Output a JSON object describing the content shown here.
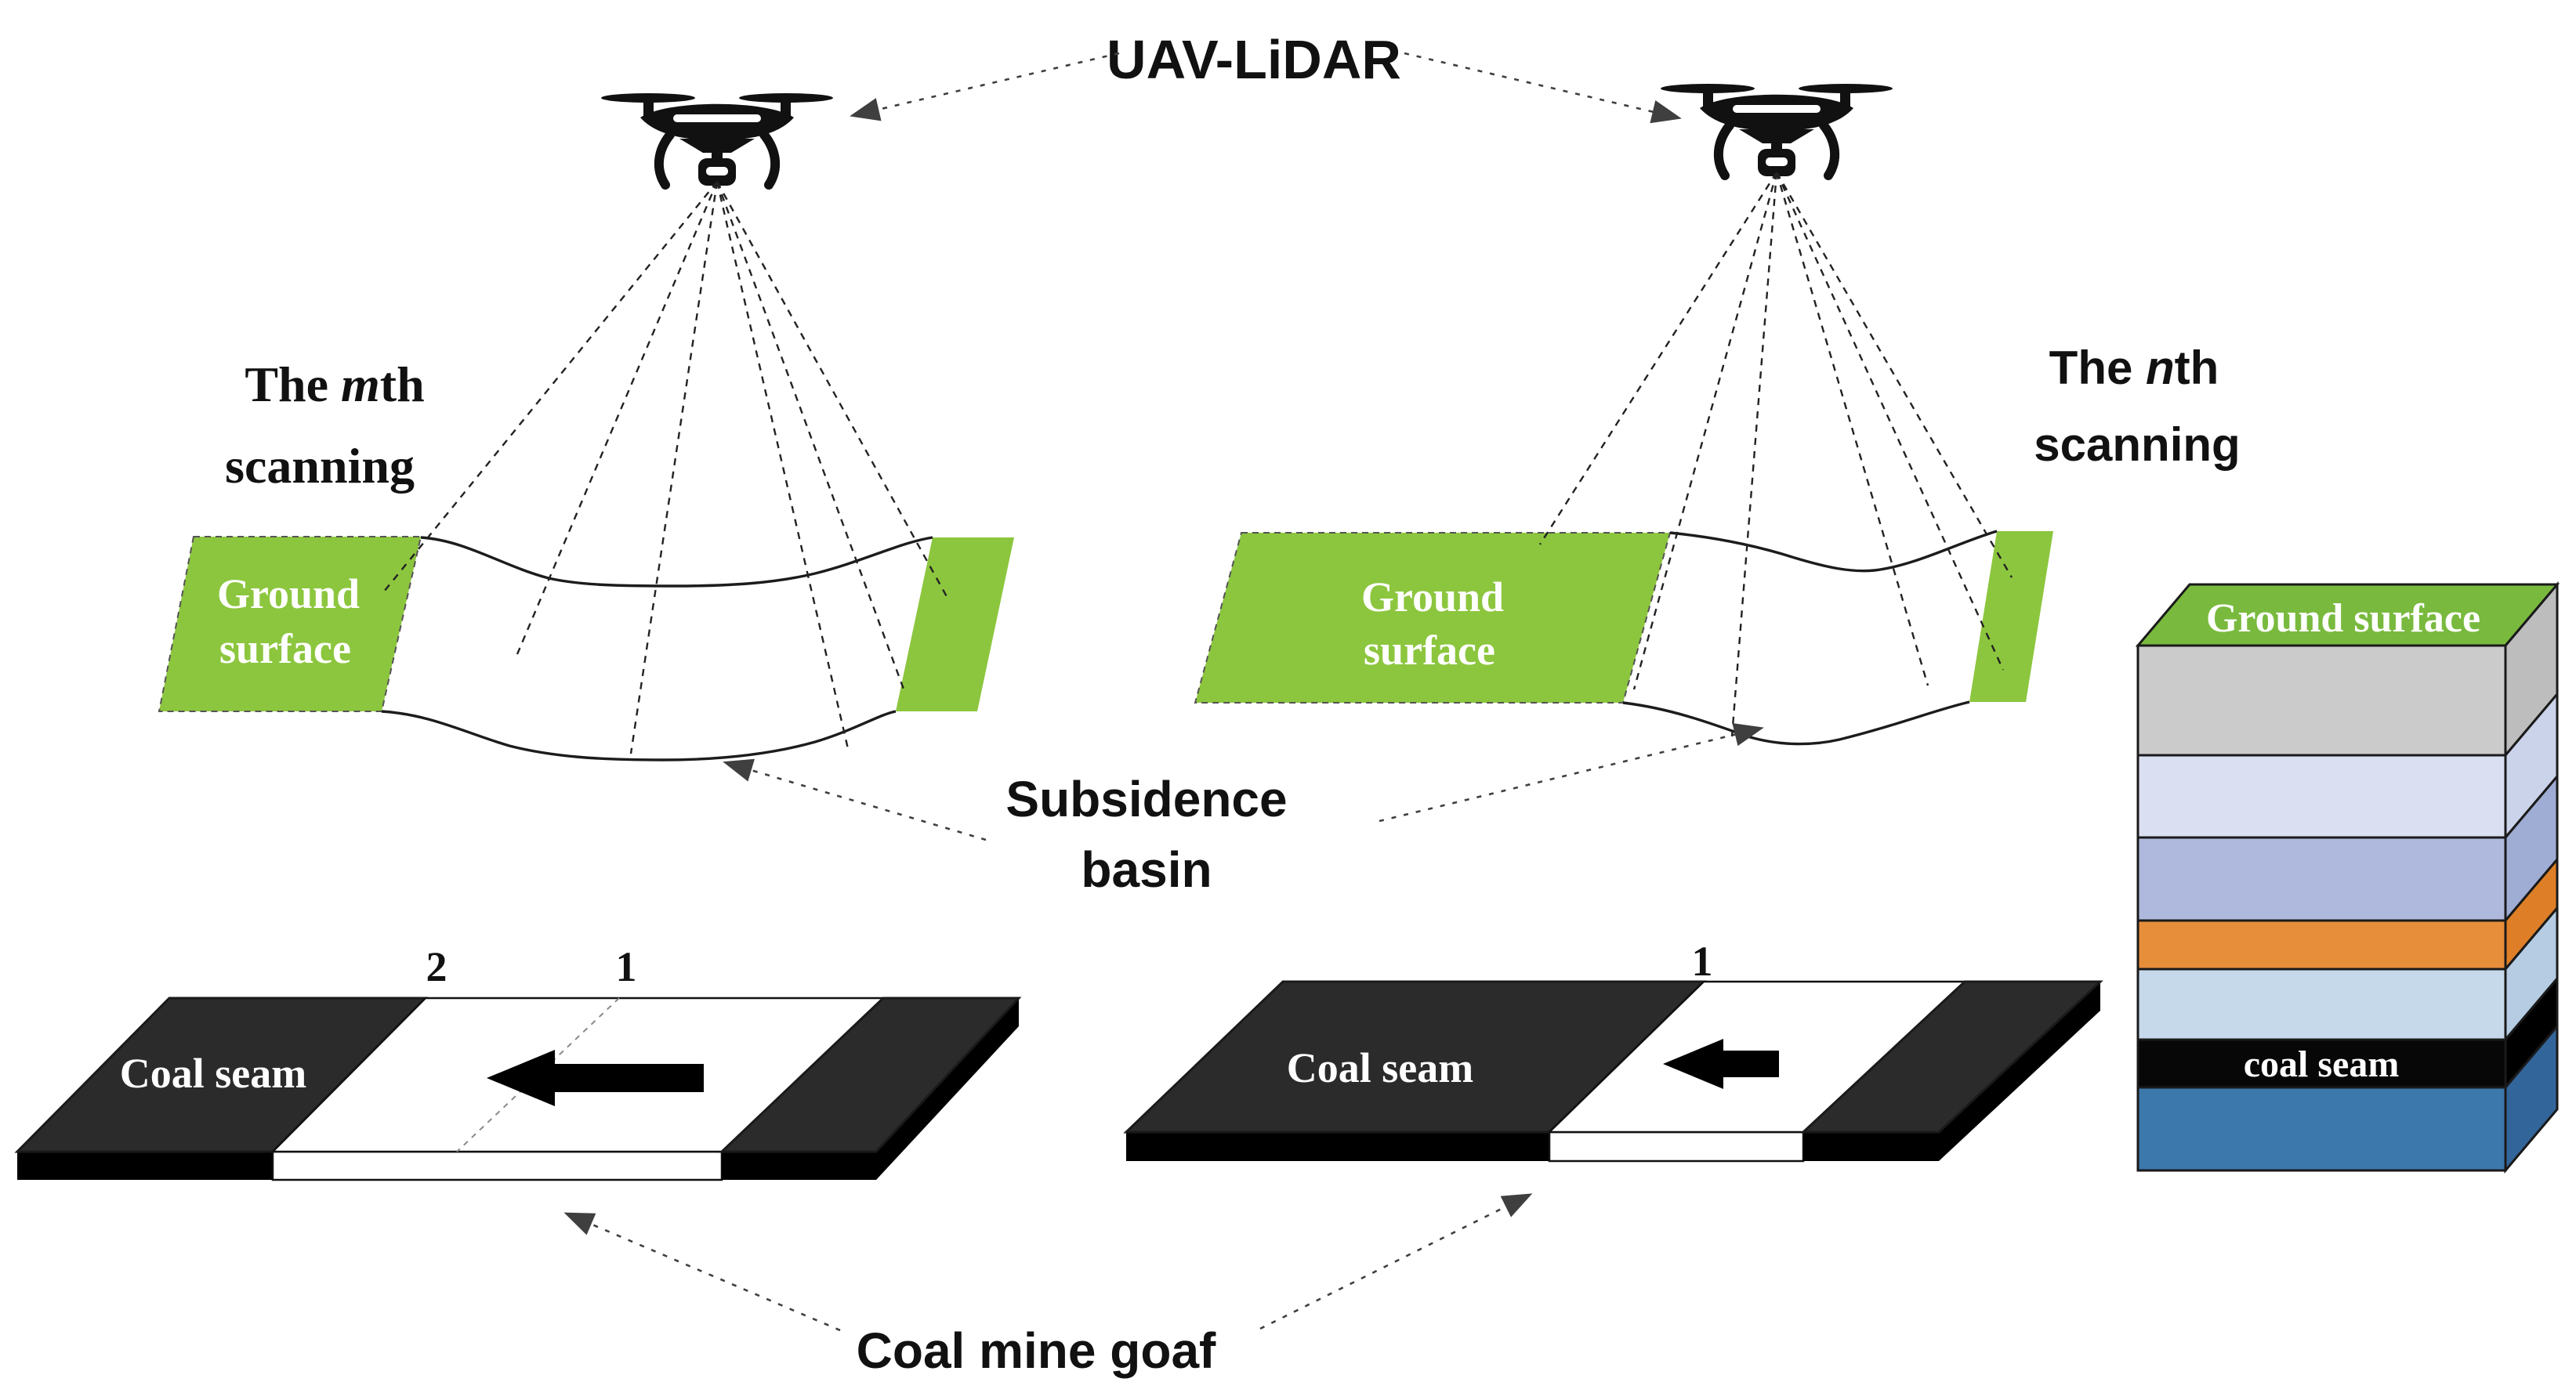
{
  "title": "UAV-LiDAR",
  "scan_labels": {
    "left": {
      "prefix": "The ",
      "index": "m",
      "suffix": "th",
      "line2": "scanning"
    },
    "right": {
      "prefix": "The ",
      "index": "n",
      "suffix": "th",
      "line2": "scanning"
    }
  },
  "ground_band": {
    "line1": "Ground",
    "line2": "surface",
    "color": "#8CC63E"
  },
  "subsidence_label": {
    "line1": "Subsidence",
    "line2": "basin"
  },
  "goaf_label": "Coal mine goaf",
  "slab_left": {
    "label": "Coal seam",
    "marker_left": "2",
    "marker_right": "1"
  },
  "slab_right": {
    "label": "Coal seam",
    "marker": "1"
  },
  "column": {
    "top_label": "Ground surface",
    "coal_label": "coal seam",
    "top_color": "#79BA3E",
    "layers": [
      {
        "name": "overburden-gray",
        "front": "#CBCBCB",
        "side": "#BDBDBD"
      },
      {
        "name": "stratum-light-lavender",
        "front": "#DADFF1",
        "side": "#CBD3EA"
      },
      {
        "name": "stratum-periwinkle",
        "front": "#AFB9DD",
        "side": "#9FACD4"
      },
      {
        "name": "stratum-orange",
        "front": "#E78E3B",
        "side": "#DE7F27"
      },
      {
        "name": "stratum-pale-blue",
        "front": "#C6D9EB",
        "side": "#B5CCE3"
      },
      {
        "name": "coal-seam-black",
        "front": "#070707",
        "side": "#000000"
      },
      {
        "name": "bedrock-steel-blue",
        "front": "#3C78AC",
        "side": "#32659A"
      }
    ]
  },
  "colors": {
    "band_green": "#8CC63E",
    "ink": "#1A1A1A",
    "arrow_gray": "#3F3F3F"
  }
}
